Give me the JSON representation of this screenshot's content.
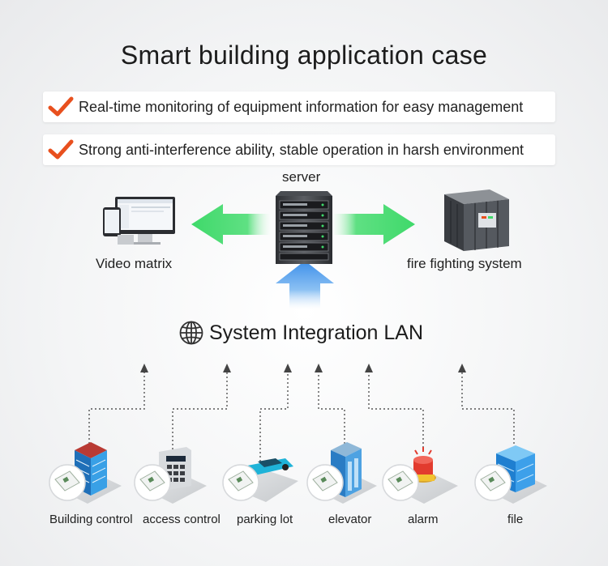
{
  "title": "Smart building application case",
  "features": [
    "Real-time monitoring of equipment information for easy management",
    "Strong anti-interference ability, stable operation in harsh environment"
  ],
  "top_nodes": {
    "server": "server",
    "video": "Video matrix",
    "fire": "fire fighting system"
  },
  "lan_label": "System Integration LAN",
  "devices": [
    {
      "label": "Building control",
      "icon": "building-icon"
    },
    {
      "label": "access control",
      "icon": "access-keypad-icon"
    },
    {
      "label": "parking lot",
      "icon": "car-icon"
    },
    {
      "label": "elevator",
      "icon": "elevator-icon"
    },
    {
      "label": "alarm",
      "icon": "alarm-light-icon"
    },
    {
      "label": "file",
      "icon": "database-icon"
    }
  ],
  "colors": {
    "check": "#e8501e",
    "arrow_green": "#3fd96a",
    "arrow_blue": "#3d8fea",
    "title": "#1c1c1c"
  }
}
